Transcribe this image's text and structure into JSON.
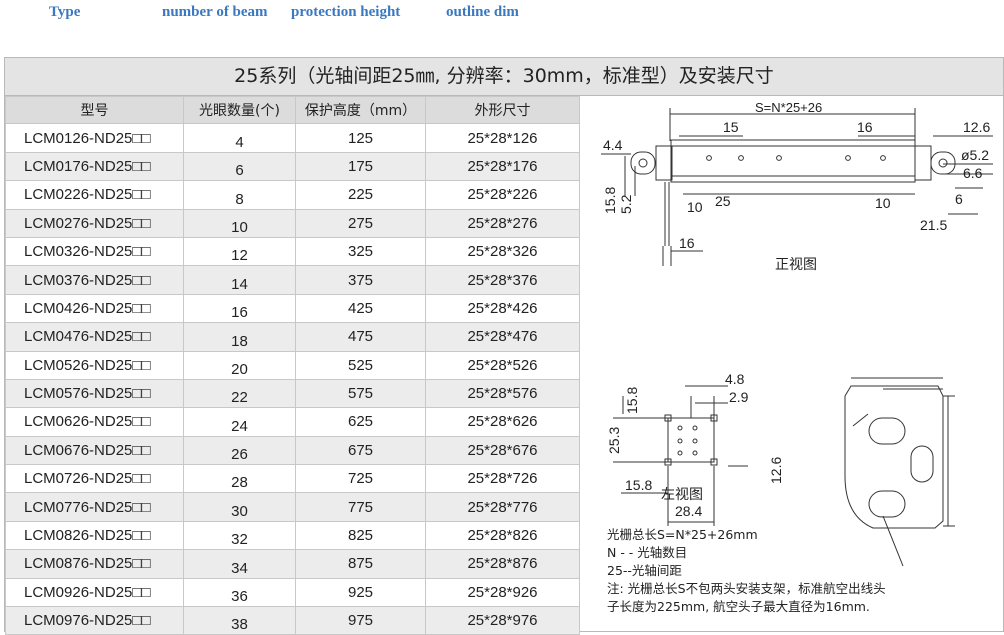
{
  "header_labels": {
    "type": "Type",
    "beams": "number of beam",
    "height": "protection height",
    "dim": "outline dim"
  },
  "title": "25系列（光轴间距25㎜, 分辨率：30mm，标准型）及安装尺寸",
  "columns": [
    "型号",
    "光眼数量(个)",
    "保护高度（mm）",
    "外形尺寸"
  ],
  "rows": [
    {
      "model": "LCM0126-ND25□□",
      "beams": "4",
      "height": "125",
      "dim": "25*28*126"
    },
    {
      "model": "LCM0176-ND25□□",
      "beams": "6",
      "height": "175",
      "dim": "25*28*176"
    },
    {
      "model": "LCM0226-ND25□□",
      "beams": "8",
      "height": "225",
      "dim": "25*28*226"
    },
    {
      "model": "LCM0276-ND25□□",
      "beams": "10",
      "height": "275",
      "dim": "25*28*276"
    },
    {
      "model": "LCM0326-ND25□□",
      "beams": "12",
      "height": "325",
      "dim": "25*28*326"
    },
    {
      "model": "LCM0376-ND25□□",
      "beams": "14",
      "height": "375",
      "dim": "25*28*376"
    },
    {
      "model": "LCM0426-ND25□□",
      "beams": "16",
      "height": "425",
      "dim": "25*28*426"
    },
    {
      "model": "LCM0476-ND25□□",
      "beams": "18",
      "height": "475",
      "dim": "25*28*476"
    },
    {
      "model": "LCM0526-ND25□□",
      "beams": "20",
      "height": "525",
      "dim": "25*28*526"
    },
    {
      "model": "LCM0576-ND25□□",
      "beams": "22",
      "height": "575",
      "dim": "25*28*576"
    },
    {
      "model": "LCM0626-ND25□□",
      "beams": "24",
      "height": "625",
      "dim": "25*28*626"
    },
    {
      "model": "LCM0676-ND25□□",
      "beams": "26",
      "height": "675",
      "dim": "25*28*676"
    },
    {
      "model": "LCM0726-ND25□□",
      "beams": "28",
      "height": "725",
      "dim": "25*28*726"
    },
    {
      "model": "LCM0776-ND25□□",
      "beams": "30",
      "height": "775",
      "dim": "25*28*776"
    },
    {
      "model": "LCM0826-ND25□□",
      "beams": "32",
      "height": "825",
      "dim": "25*28*826"
    },
    {
      "model": "LCM0876-ND25□□",
      "beams": "34",
      "height": "875",
      "dim": "25*28*876"
    },
    {
      "model": "LCM0926-ND25□□",
      "beams": "36",
      "height": "925",
      "dim": "25*28*926"
    },
    {
      "model": "LCM0976-ND25□□",
      "beams": "38",
      "height": "975",
      "dim": "25*28*976"
    }
  ],
  "front_view": {
    "caption": "正视图",
    "formula": "S=N*25+26",
    "dims": {
      "d15": "15",
      "d16": "16",
      "d126": "12.6",
      "d44": "4.4",
      "d52": "ø5.2",
      "d66": "6.6",
      "d6": "6",
      "d158": "15.8",
      "d52b": "5.2",
      "d10": "10",
      "d25": "25",
      "d10b": "10",
      "d215": "21.5",
      "d16b": "16"
    }
  },
  "side_view": {
    "caption": "左视图",
    "dims": {
      "d48": "4.8",
      "d29": "2.9",
      "d158": "15.8",
      "d253": "25.3",
      "d158b": "15.8",
      "d126": "12.6",
      "d284": "28.4"
    }
  },
  "notes": [
    "光栅总长S=N*25+26mm",
    "N - - 光轴数目",
    "25--光轴间距",
    "注: 光栅总长S不包两头安装支架，标准航空出线头",
    "子长度为225mm, 航空头子最大直径为16mm."
  ],
  "colors": {
    "header_text": "#3a78c2",
    "title_bg": "#e4e4e4",
    "th_bg": "#dcdcdc",
    "alt_row": "#ececec"
  }
}
